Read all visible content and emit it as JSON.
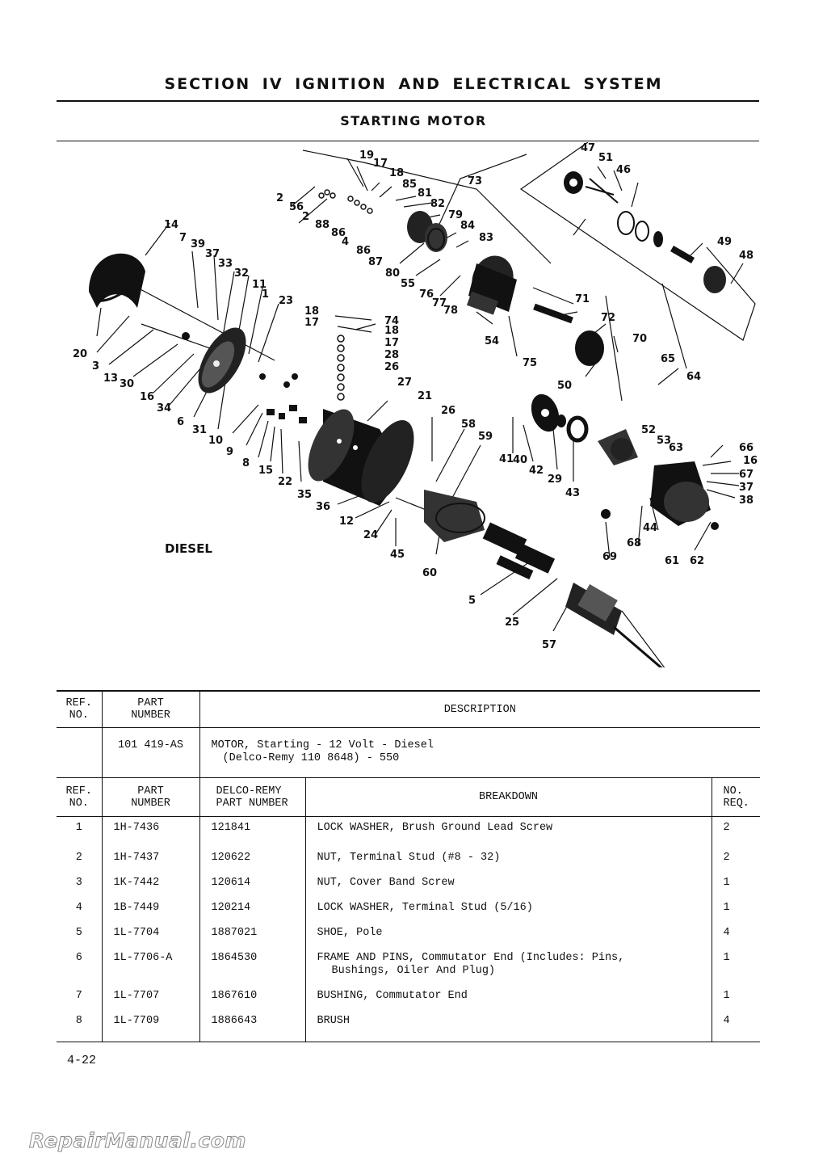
{
  "header": {
    "section": "SECTION IV IGNITION AND ELECTRICAL SYSTEM",
    "subtitle": "STARTING MOTOR"
  },
  "diagram": {
    "variant_label": "DIESEL",
    "callouts": [
      "1",
      "2",
      "3",
      "4",
      "5",
      "6",
      "7",
      "8",
      "9",
      "10",
      "11",
      "12",
      "13",
      "14",
      "15",
      "16",
      "17",
      "18",
      "19",
      "20",
      "21",
      "22",
      "23",
      "24",
      "25",
      "26",
      "27",
      "28",
      "29",
      "30",
      "31",
      "32",
      "33",
      "34",
      "35",
      "36",
      "37",
      "38",
      "39",
      "40",
      "41",
      "42",
      "43",
      "44",
      "45",
      "46",
      "47",
      "48",
      "49",
      "50",
      "51",
      "52",
      "53",
      "54",
      "55",
      "56",
      "57",
      "58",
      "59",
      "60",
      "61",
      "62",
      "63",
      "64",
      "65",
      "66",
      "67",
      "68",
      "69",
      "70",
      "71",
      "72",
      "73",
      "74",
      "75",
      "76",
      "77",
      "78",
      "79",
      "80",
      "81",
      "82",
      "83",
      "84",
      "85",
      "86",
      "87",
      "88"
    ]
  },
  "assembly_table": {
    "headers": {
      "ref_no": "REF.\nNO.",
      "part_number": "PART\nNUMBER",
      "description": "DESCRIPTION"
    },
    "row": {
      "ref_no": "",
      "part_number": "101 419-AS",
      "description_line1": "MOTOR, Starting - 12 Volt - Diesel",
      "description_line2": "(Delco-Remy 110 8648) - 550"
    }
  },
  "parts_table": {
    "headers": {
      "ref_no": "REF.\nNO.",
      "part_number": "PART\nNUMBER",
      "delco_remy": "DELCO-REMY\nPART NUMBER",
      "breakdown": "BREAKDOWN",
      "no_req": "NO.\nREQ."
    },
    "rows": [
      {
        "ref": "1",
        "part": "1H-7436",
        "delco": "121841",
        "desc": "LOCK WASHER, Brush Ground Lead Screw",
        "desc2": "",
        "qty": "2"
      },
      {
        "ref": "2",
        "part": "1H-7437",
        "delco": "120622",
        "desc": "NUT, Terminal Stud (#8 - 32)",
        "desc2": "",
        "qty": "2"
      },
      {
        "ref": "3",
        "part": "1K-7442",
        "delco": "120614",
        "desc": "NUT, Cover Band Screw",
        "desc2": "",
        "qty": "1"
      },
      {
        "ref": "4",
        "part": "1B-7449",
        "delco": "120214",
        "desc": "LOCK WASHER, Terminal Stud (5/16)",
        "desc2": "",
        "qty": "1"
      },
      {
        "ref": "5",
        "part": "1L-7704",
        "delco": "1887021",
        "desc": "SHOE, Pole",
        "desc2": "",
        "qty": "4"
      },
      {
        "ref": "6",
        "part": "1L-7706-A",
        "delco": "1864530",
        "desc": "FRAME AND PINS, Commutator End (Includes: Pins,",
        "desc2": "Bushings, Oiler And Plug)",
        "qty": "1"
      },
      {
        "ref": "7",
        "part": "1L-7707",
        "delco": "1867610",
        "desc": "BUSHING, Commutator End",
        "desc2": "",
        "qty": "1"
      },
      {
        "ref": "8",
        "part": "1L-7709",
        "delco": "1886643",
        "desc": "BRUSH",
        "desc2": "",
        "qty": "4"
      }
    ]
  },
  "footer": {
    "page_number": "4-22",
    "brand": "RepairManual.com"
  }
}
